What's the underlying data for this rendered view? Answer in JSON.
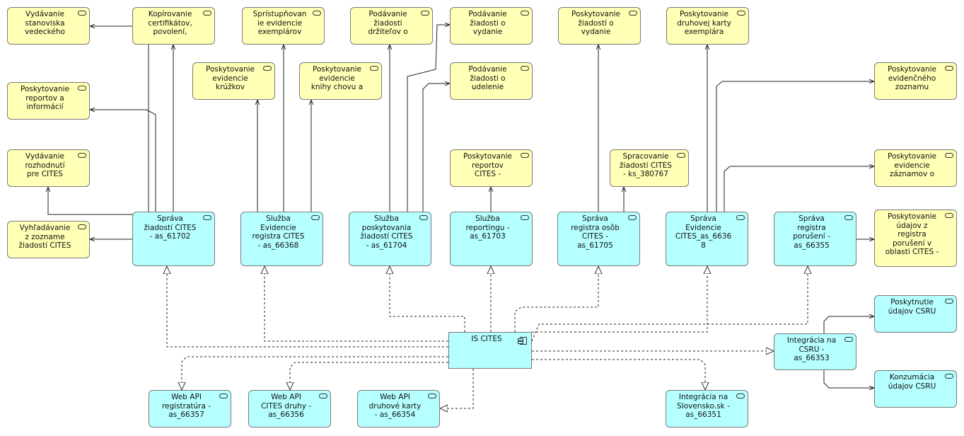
{
  "nodes": {
    "n_vyd_stan": [
      "Vydávanie",
      "stanoviska",
      "vedeckého"
    ],
    "n_kopir": [
      "Kopírovanie",
      "certifikátov,",
      "povolení,"
    ],
    "n_sprist": [
      "Sprístupňovan",
      "ie evidencie",
      "exemplárov"
    ],
    "n_pod_drz": [
      "Podávanie",
      "žiadosti",
      "držiteľov o"
    ],
    "n_pod_vyd": [
      "Podávanie",
      "žiadosti o",
      "vydanie"
    ],
    "n_posk_zvyd": [
      "Poskytovanie",
      "žiadostí o",
      "vydanie"
    ],
    "n_posk_druh": [
      "Poskytovanie",
      "druhovej karty",
      "exemplára"
    ],
    "n_posk_rep_inf": [
      "Poskytovanie",
      "reportov a",
      "informácií"
    ],
    "n_posk_kruz": [
      "Poskytovanie",
      "evidencie",
      "krúžkov"
    ],
    "n_posk_knihy": [
      "Poskytovanie",
      "evidencie",
      "knihy chovu a"
    ],
    "n_pod_udel": [
      "Podávanie",
      "žiadosti o",
      "udelenie"
    ],
    "n_posk_evzoz": [
      "Poskytovanie",
      "evidenčného",
      "zoznamu"
    ],
    "n_vyd_rozh": [
      "Vydávanie",
      "rozhodnutí",
      "pre CITES"
    ],
    "n_posk_rep_cites": [
      "Poskytovanie",
      "reportov",
      "CITES -"
    ],
    "n_sprac": [
      "Spracovanie",
      "žiadostí CITES",
      "- ks_380767"
    ],
    "n_posk_evzaz": [
      "Poskytovanie",
      "evidencie",
      "záznamov o"
    ],
    "n_vyhl": [
      "Vyhľadávanie",
      "z zozname",
      "žiadostí CITES"
    ],
    "n_sprava_ziad": [
      "Správa",
      "žiadostí CITES",
      "- as_61702"
    ],
    "n_sluzba_evid": [
      "Služba",
      "Evidencie",
      "registra CITES",
      "- as_66368"
    ],
    "n_sluzba_posk": [
      "Služba",
      "poskytovania",
      "žiadostí CITES",
      "- as_61704"
    ],
    "n_sluzba_rep": [
      "Služba",
      "reportingu  -",
      "as_61703"
    ],
    "n_sprava_osob": [
      "Správa",
      "registra osôb",
      "CITES -",
      "as_61705"
    ],
    "n_sprava_evid": [
      "Správa",
      "Evidencie",
      "CITES_as_6636",
      "8"
    ],
    "n_sprava_poru": [
      "Správa",
      "registra",
      "porušení  -",
      "as_66355"
    ],
    "n_posk_udaj_poru": [
      "Poskytovanie",
      "údajov z",
      "registra",
      "porušení v",
      "oblasti CITES -"
    ],
    "n_posk_csru": [
      "Poskytnutie",
      "údajov CSRU"
    ],
    "n_is_cites": [
      "IS CITES"
    ],
    "n_integ_csru": [
      "Integrácia na",
      "CSRÚ -",
      "as_66353"
    ],
    "n_konz_csru": [
      "Konzumácia",
      "údajov CSRÚ"
    ],
    "n_webapi_reg": [
      "Web API",
      "registratúra  -",
      "as_66357"
    ],
    "n_webapi_cites": [
      "Web API",
      "CITES druhy -",
      "as_66356"
    ],
    "n_webapi_karty": [
      "Web API",
      "druhové karty",
      "- as_66354"
    ],
    "n_integ_sk": [
      "Integrácia na",
      "Slovensko.sk -",
      "as_66351"
    ]
  },
  "colors": {
    "function_fill": "#ffffb5",
    "service_fill": "#b5ffff",
    "border": "#7a7a7a",
    "line": "#222222"
  }
}
